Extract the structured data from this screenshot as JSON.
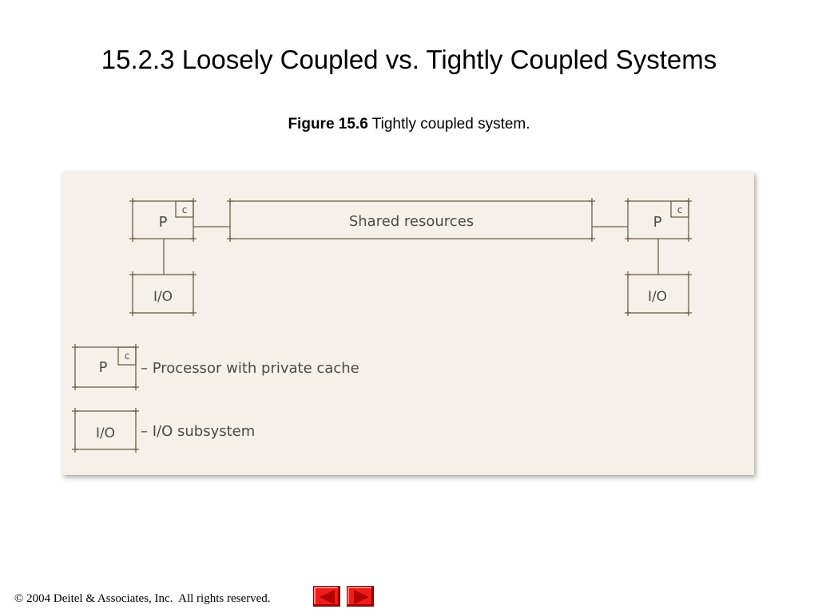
{
  "slide": {
    "title": "15.2.3 Loosely Coupled vs. Tightly Coupled Systems",
    "caption_bold": "Figure 15.6",
    "caption_text": " Tightly coupled system."
  },
  "diagram": {
    "shared_label": "Shared resources",
    "processor_label": "P",
    "cache_label": "c",
    "io_label": "I/O",
    "legend_processor": "– Processor with private cache",
    "legend_io": "– I/O subsystem"
  },
  "footer": {
    "copyright_symbol": "©",
    "text": " 2004 Deitel & Associates, Inc.  All rights reserved."
  },
  "nav": {
    "prev_icon": "arrow-left-icon",
    "next_icon": "arrow-right-icon"
  },
  "colors": {
    "panel_bg": "#f5f1ea",
    "line": "#6b5e4f",
    "nav_red": "#ef1c1c"
  }
}
